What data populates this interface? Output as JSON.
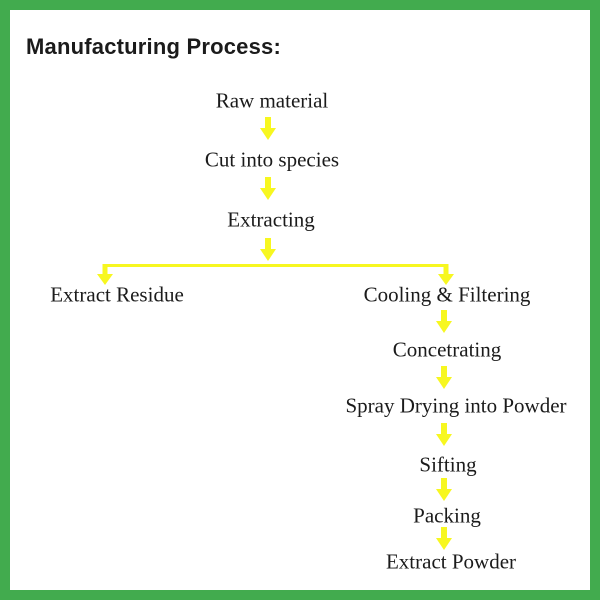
{
  "title": "Manufacturing Process:",
  "colors": {
    "border": "#42ab4e",
    "arrow": "#f7f720",
    "text": "#1b1b1b",
    "background": "#ffffff"
  },
  "flowchart": {
    "nodes": [
      {
        "id": "raw-material",
        "label": "Raw material"
      },
      {
        "id": "cut-into-species",
        "label": "Cut into species"
      },
      {
        "id": "extracting",
        "label": "Extracting"
      },
      {
        "id": "extract-residue",
        "label": "Extract Residue"
      },
      {
        "id": "cooling-filtering",
        "label": "Cooling & Filtering"
      },
      {
        "id": "concetrating",
        "label": "Concetrating"
      },
      {
        "id": "spray-drying",
        "label": "Spray Drying into Powder"
      },
      {
        "id": "sifting",
        "label": "Sifting"
      },
      {
        "id": "packing",
        "label": "Packing"
      },
      {
        "id": "extract-powder",
        "label": "Extract Powder"
      }
    ],
    "edges": [
      {
        "from": "Raw material",
        "to": "Cut into species"
      },
      {
        "from": "Cut into species",
        "to": "Extracting"
      },
      {
        "from": "Extracting",
        "to": "Extract Residue"
      },
      {
        "from": "Extracting",
        "to": "Cooling & Filtering"
      },
      {
        "from": "Cooling & Filtering",
        "to": "Concetrating"
      },
      {
        "from": "Concetrating",
        "to": "Spray Drying into Powder"
      },
      {
        "from": "Spray Drying into Powder",
        "to": "Sifting"
      },
      {
        "from": "Sifting",
        "to": "Packing"
      },
      {
        "from": "Packing",
        "to": "Extract Powder"
      }
    ]
  }
}
